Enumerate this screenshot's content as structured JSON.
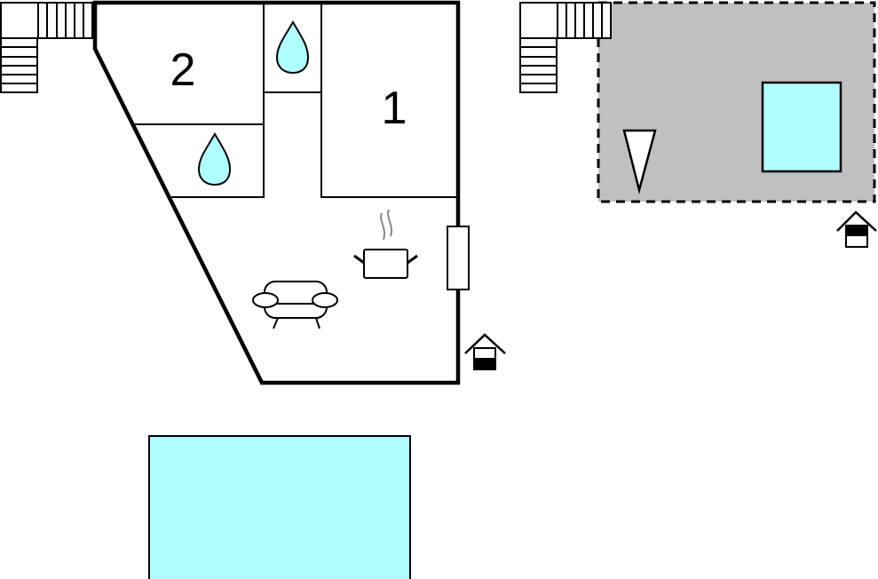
{
  "floor_plan": {
    "rooms": [
      {
        "label": "2",
        "type": "bedroom"
      },
      {
        "label": "1",
        "type": "bedroom"
      }
    ],
    "icons": [
      "bathroom-drop-icon",
      "bathroom-drop-icon",
      "kitchen-pot-icon",
      "living-sofa-icon",
      "entrance-house-icon",
      "stairs-icon",
      "terrace-area",
      "parasol-icon",
      "pool"
    ],
    "colors": {
      "water": "#b0ffff",
      "terrace": "#c0c0c0",
      "wall": "#000000"
    }
  }
}
